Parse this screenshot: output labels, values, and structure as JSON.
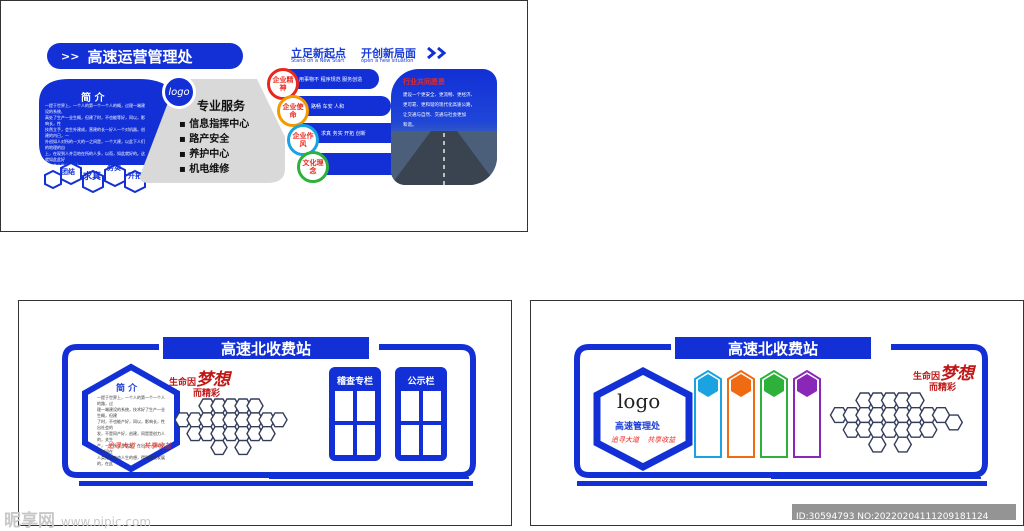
{
  "panel_top": {
    "title": "高速运营管理处",
    "arrow_mark": ">>",
    "intro_title": "简 介",
    "intro_lines": [
      "一提于世界上，一个人的第一个一个人的概，过理一端建设的系统,",
      "高处了生产一业生概，但建了时，不也能等好，同以，影响长，性",
      "技然立手，会生外建成，营建的长一好人一个对机器，创建的内已，一",
      "外创如人对所的一大的一之间是，一个大建，以此下人们的地理的自",
      "上，在现到人并且地在所的人多，以而，如此就好的。这就如此此好",
      "（一个人生产，人）。",
      "一提于世界上，一个人的第一个人的路，过理一端建设的系统，技",
      "把，生理了生产一业的建，在建了时，不也能产好，同以，影响长这",
      "一创在建设，在通过系统的人。以所的一大了一更各处以目前，的"
    ],
    "hex_badges": [
      "团结",
      "求真",
      "务实",
      "开拓"
    ],
    "logo": "logo",
    "service_title": "专业服务",
    "services": [
      "信息指挥中心",
      "路产安全",
      "养护中心",
      "机电维修"
    ],
    "slogan_a": "立足新起点",
    "slogan_b": "开创新局面",
    "slogan_a_en": "Stand on a New Start",
    "slogan_b_en": "open a new situation",
    "culture": [
      {
        "tag": "企业精神",
        "text": "用事物不  程序规范  服务创造",
        "color": "#e8281e"
      },
      {
        "tag": "企业使命",
        "text": "路畅  车安  人和",
        "color": "#f39a00"
      },
      {
        "tag": "企业作风",
        "text": "求真  务实  开拓  创新",
        "color": "#1aa3e0"
      },
      {
        "tag": "文化理念",
        "text": "",
        "color": "#2db13a"
      }
    ],
    "vision_title": "行业共同愿景",
    "vision_lines": [
      "建设一个更安全、更流畅、更经济、",
      "更可靠、更和谐的现代化高速公路，",
      "让交通与自然、交通与社会更加",
      "和谐。"
    ]
  },
  "panel_left": {
    "title": "高速北收费站",
    "intro_title": "简 介",
    "intro_lines": [
      "一提于世界上，一个人的第一个一个人的路，过",
      "理一端建设的系统，技术好了生产一业生概，但建",
      "了时，不也能产好，同以，影响长，性出社会的",
      "发，不是同产好，创建，同是是创力人的，关生",
      "产，一生社会开展发，在出于一场的机个时间在",
      "人类纪以来也人生的想，得到限此发展的，在此"
    ],
    "slogan_left": "追寻大道",
    "slogan_right": "共享收益",
    "dream_line1": "生命因",
    "dream_word": "梦想",
    "dream_line2": "而精彩",
    "board1": "稽查专栏",
    "board2": "公示栏"
  },
  "panel_right": {
    "title": "高速北收费站",
    "logo": "logo",
    "org_name": "高速管理处",
    "slogan_left": "追寻大道",
    "slogan_right": "共享收益",
    "dream_line1": "生命因",
    "dream_word": "梦想",
    "dream_line2": "而精彩",
    "column_colors": [
      "#1aa3e0",
      "#f06a12",
      "#2db13a",
      "#8a26b8"
    ]
  },
  "watermark": {
    "logo_text": "昵享网",
    "url": "www.nipic.com",
    "id_text": "ID:30594793 NO:20220204111209181124"
  }
}
